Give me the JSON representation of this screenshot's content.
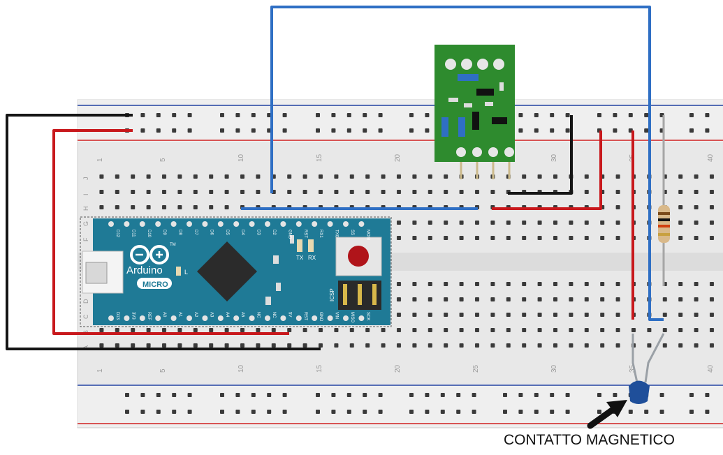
{
  "caption": "CONTATTO MAGNETICO",
  "board": {
    "name": "Arduino",
    "model": "MICRO",
    "tm": "TM",
    "led_l": "L",
    "tx": "TX",
    "rx": "RX",
    "icsp": "ICSP",
    "top_pins": [
      "D12",
      "D11",
      "D10",
      "D9",
      "D8",
      "D7",
      "D6",
      "D5",
      "D4",
      "D3",
      "D2",
      "GND",
      "RST",
      "RX1",
      "TX0",
      "SS",
      "MOSI"
    ],
    "bottom_pins": [
      "D13",
      "3V3",
      "REF",
      "A0",
      "A1",
      "A2",
      "A3",
      "A4",
      "A5",
      "NC",
      "NC",
      "5V",
      "RST",
      "GND",
      "VIN",
      "MISO",
      "SCK"
    ]
  },
  "breadboard": {
    "row_labels_left": [
      "J",
      "I",
      "H",
      "G",
      "F",
      "E",
      "D",
      "C",
      "B",
      "A"
    ],
    "column_numbers": [
      "1",
      "5",
      "10",
      "15",
      "20",
      "25",
      "30",
      "35",
      "40"
    ]
  },
  "colors": {
    "wire_blue": "#2f6fc4",
    "wire_red": "#c8181c",
    "wire_black": "#151515",
    "board_teal": "#1f7a96",
    "module_green": "#2e8b2e",
    "rail_red": "#d02020",
    "rail_blue": "#2040a0"
  }
}
